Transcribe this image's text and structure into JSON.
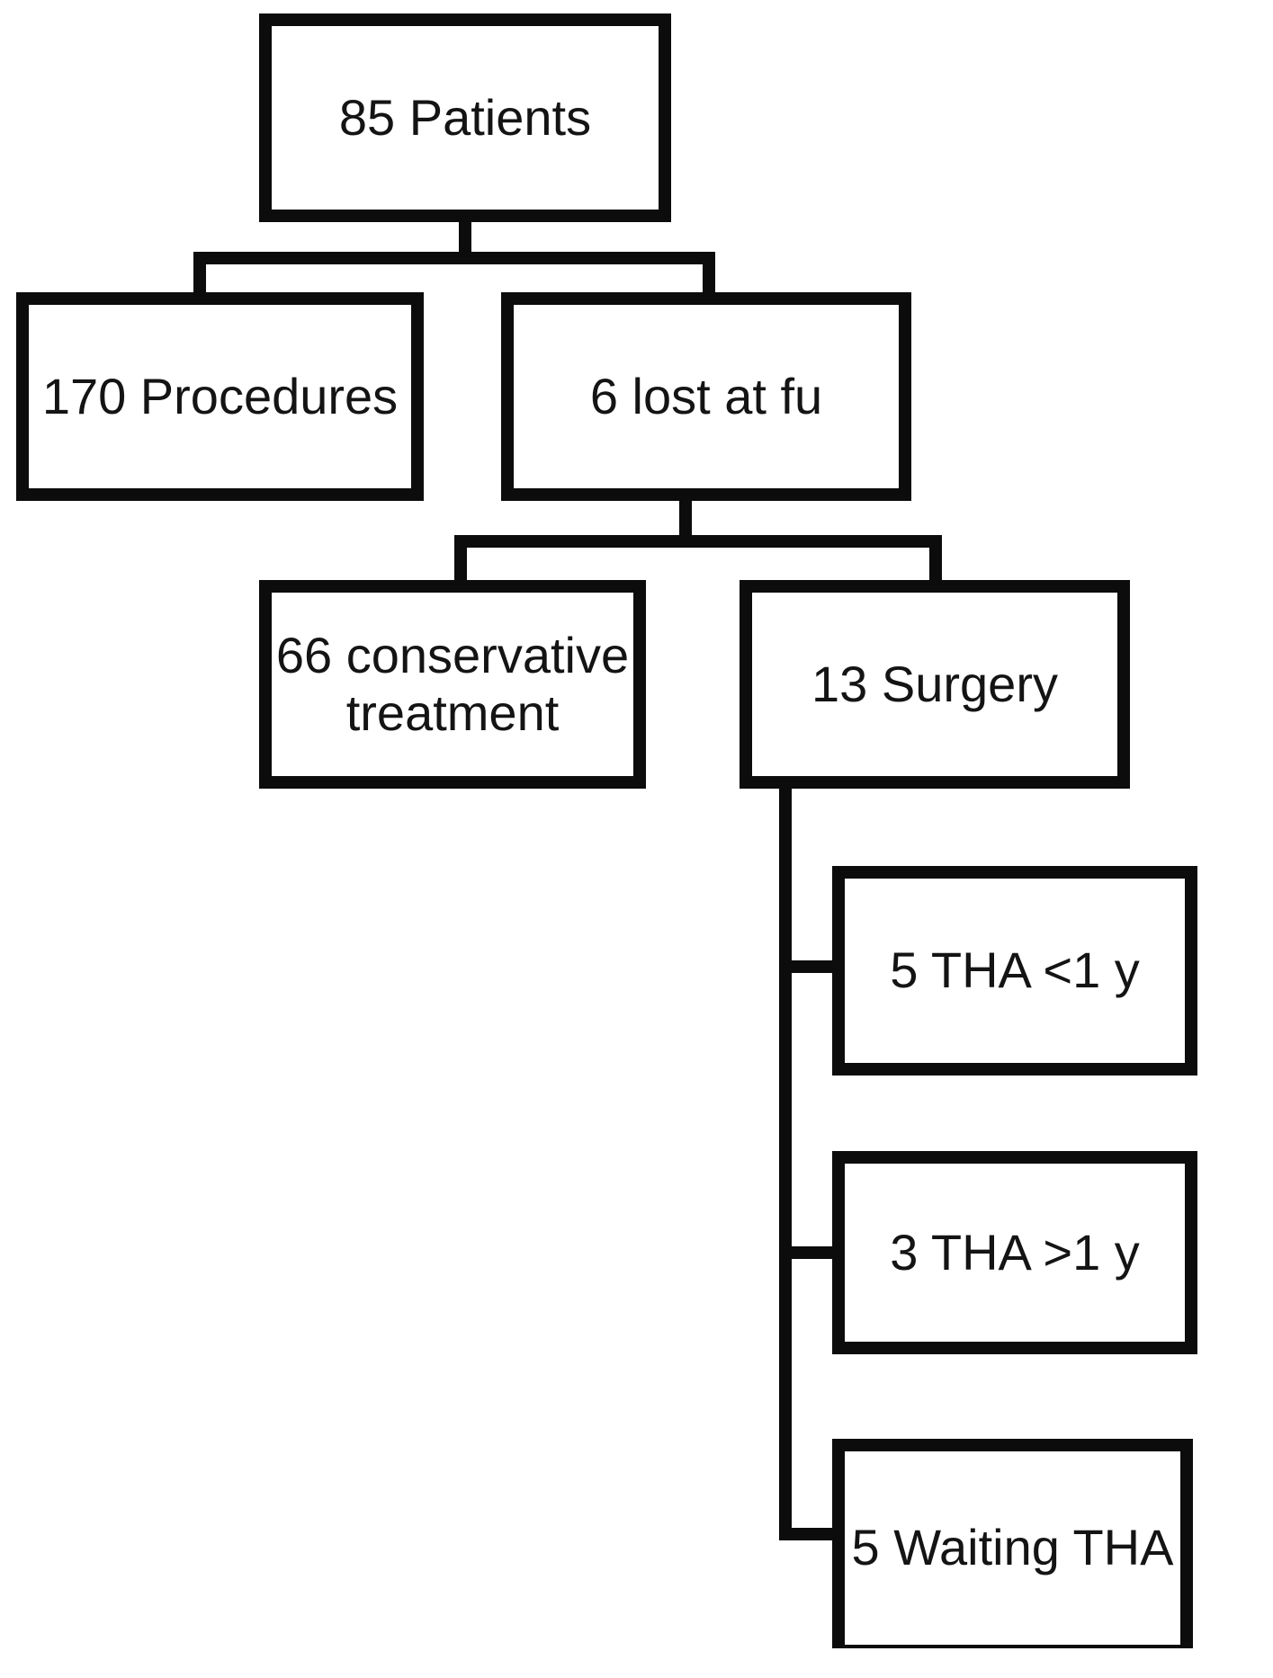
{
  "diagram": {
    "type": "flowchart",
    "background_color": "#ffffff",
    "line_color": "#0c0c0c",
    "text_color": "#141414",
    "nodes": [
      {
        "id": "patients",
        "label": "85 Patients"
      },
      {
        "id": "procedures",
        "label": "170 Procedures"
      },
      {
        "id": "lost_fu",
        "label": "6 lost at fu"
      },
      {
        "id": "conservative",
        "label": "66 conservative treatment"
      },
      {
        "id": "surgery",
        "label": "13 Surgery"
      },
      {
        "id": "tha_lt_1y",
        "label": "5 THA <1 y"
      },
      {
        "id": "tha_gt_1y",
        "label": "3 THA >1 y"
      },
      {
        "id": "waiting_tha",
        "label": "5 Waiting THA"
      }
    ],
    "edges": [
      {
        "from": "patients",
        "to": "procedures"
      },
      {
        "from": "patients",
        "to": "lost_fu"
      },
      {
        "from": "lost_fu",
        "to": "conservative"
      },
      {
        "from": "lost_fu",
        "to": "surgery"
      },
      {
        "from": "surgery",
        "to": "tha_lt_1y"
      },
      {
        "from": "surgery",
        "to": "tha_gt_1y"
      },
      {
        "from": "surgery",
        "to": "waiting_tha"
      }
    ]
  }
}
